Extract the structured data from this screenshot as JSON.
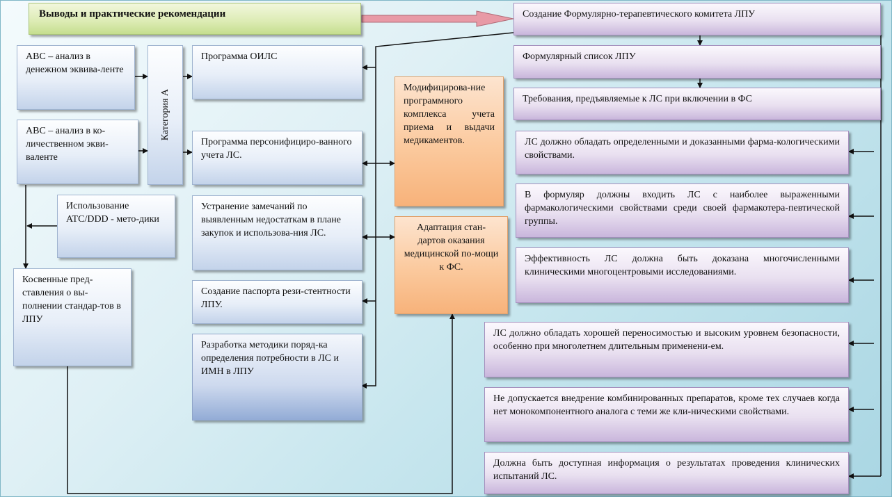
{
  "header": {
    "title": "Выводы и практические рекомендации"
  },
  "left": {
    "abc_money": "ABC – анализ в денежном эквива-ленте",
    "abc_quantity": "ABC – анализ в ко-личественном экви-валенте",
    "category": "Категория А",
    "atc_ddd": "Использование ATC/DDD - мето-дики",
    "indirect": "Косвенные пред-ставления о вы-полнении стандар-тов в ЛПУ"
  },
  "middle": {
    "items": [
      "Программа ОИЛС",
      "Программа персонифициро-ванного учета ЛС.",
      "Устранение замечаний по выявленным недостаткам в плане закупок и использова-ния ЛС.",
      "Создание паспорта рези-стентности ЛПУ.",
      "Разработка методики поряд-ка определения потребности в ЛС и ИМН в ЛПУ"
    ]
  },
  "center": {
    "modification": "Модифицирова-ние программного комплекса учета приема и выдачи медикаментов.",
    "adaptation": "Адаптация стан-дартов оказания медицинской по-мощи к ФС."
  },
  "right": {
    "committee": "Создание Формулярно-терапевтического комитета  ЛПУ",
    "formulary_list": "Формулярный список ЛПУ",
    "requirements": "Требования, предъявляемые к ЛС при включении в ФС",
    "req_items": [
      "ЛС должно обладать определенными и доказанными фарма-кологическими свойствами.",
      "В формуляр должны входить ЛС с наиболее выраженными фармакологическими свойствами среди своей фармакотера-певтической группы.",
      "Эффективность ЛС должна быть доказана многочисленными клиническими многоцентровыми исследованиями.",
      "ЛС должно обладать хорошей переносимостью и высоким уровнем безопасности, особенно при многолетнем длительным применени-ем.",
      "Не допускается внедрение комбинированных препаратов, кроме тех случаев когда нет монокомпонентного аналога с теми же кли-ническими свойствами.",
      "Должна быть доступная информация о результатах проведения клинических испытаний ЛС."
    ]
  },
  "colors": {
    "blue_box": "#c3d3ea",
    "purple_box": "#c9b6dc",
    "orange_box": "#f7b27a",
    "green_box": "#c5de8e",
    "pink_arrow": "#e89aa6",
    "background": "#c7e6ee"
  }
}
